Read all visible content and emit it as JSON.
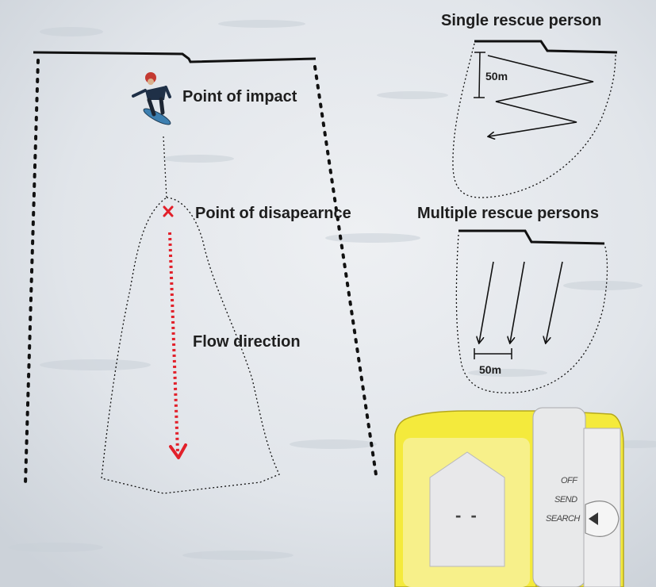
{
  "labels": {
    "impact": "Point of impact",
    "disappearance": "Point of disapearnce",
    "flow": "Flow direction",
    "single": "Single rescue person",
    "multiple": "Multiple rescue persons",
    "distance_single": "50m",
    "distance_multiple": "50m"
  },
  "device": {
    "modes": [
      "OFF",
      "SEND",
      "SEARCH"
    ],
    "display_value": "- -"
  },
  "colors": {
    "snow": "#dde1e6",
    "outline": "#111111",
    "flow_arrow": "#e2202a",
    "device_body": "#f4ea3c",
    "device_panel": "#e6e6e6"
  },
  "icons": [
    "snowboarder-icon",
    "disappearance-x-icon",
    "flow-arrow-icon",
    "search-arrow-icon"
  ]
}
